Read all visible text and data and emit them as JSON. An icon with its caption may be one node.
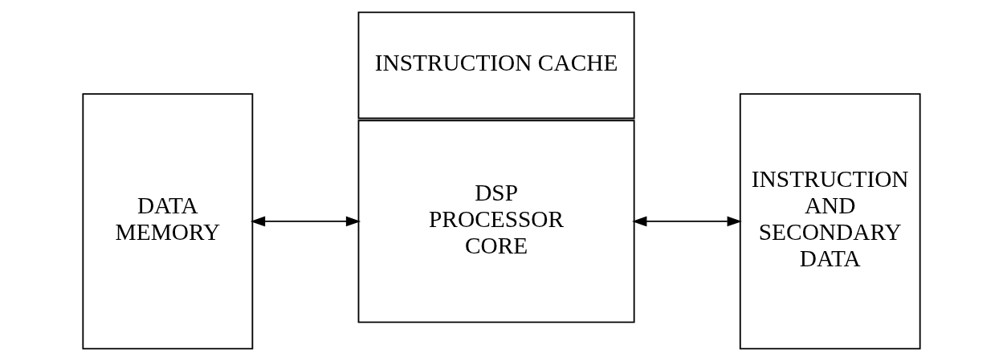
{
  "diagram": {
    "nodes": [
      {
        "text": [
          "DSP PROCESSOR CORE"
        ]
      },
      {
        "text": [
          "DATA MEMORY"
        ]
      },
      {
        "text": [
          "INSTRUCTION AND SECONDARY DATA"
        ]
      },
      {
        "text": [
          "INSTRUCTION CACHE"
        ]
      }
    ],
    "edges": [
      {
        "from": 1,
        "to": 0,
        "arrow": "both"
      },
      {
        "from": 0,
        "to": 2,
        "arrow": "both"
      }
    ]
  }
}
